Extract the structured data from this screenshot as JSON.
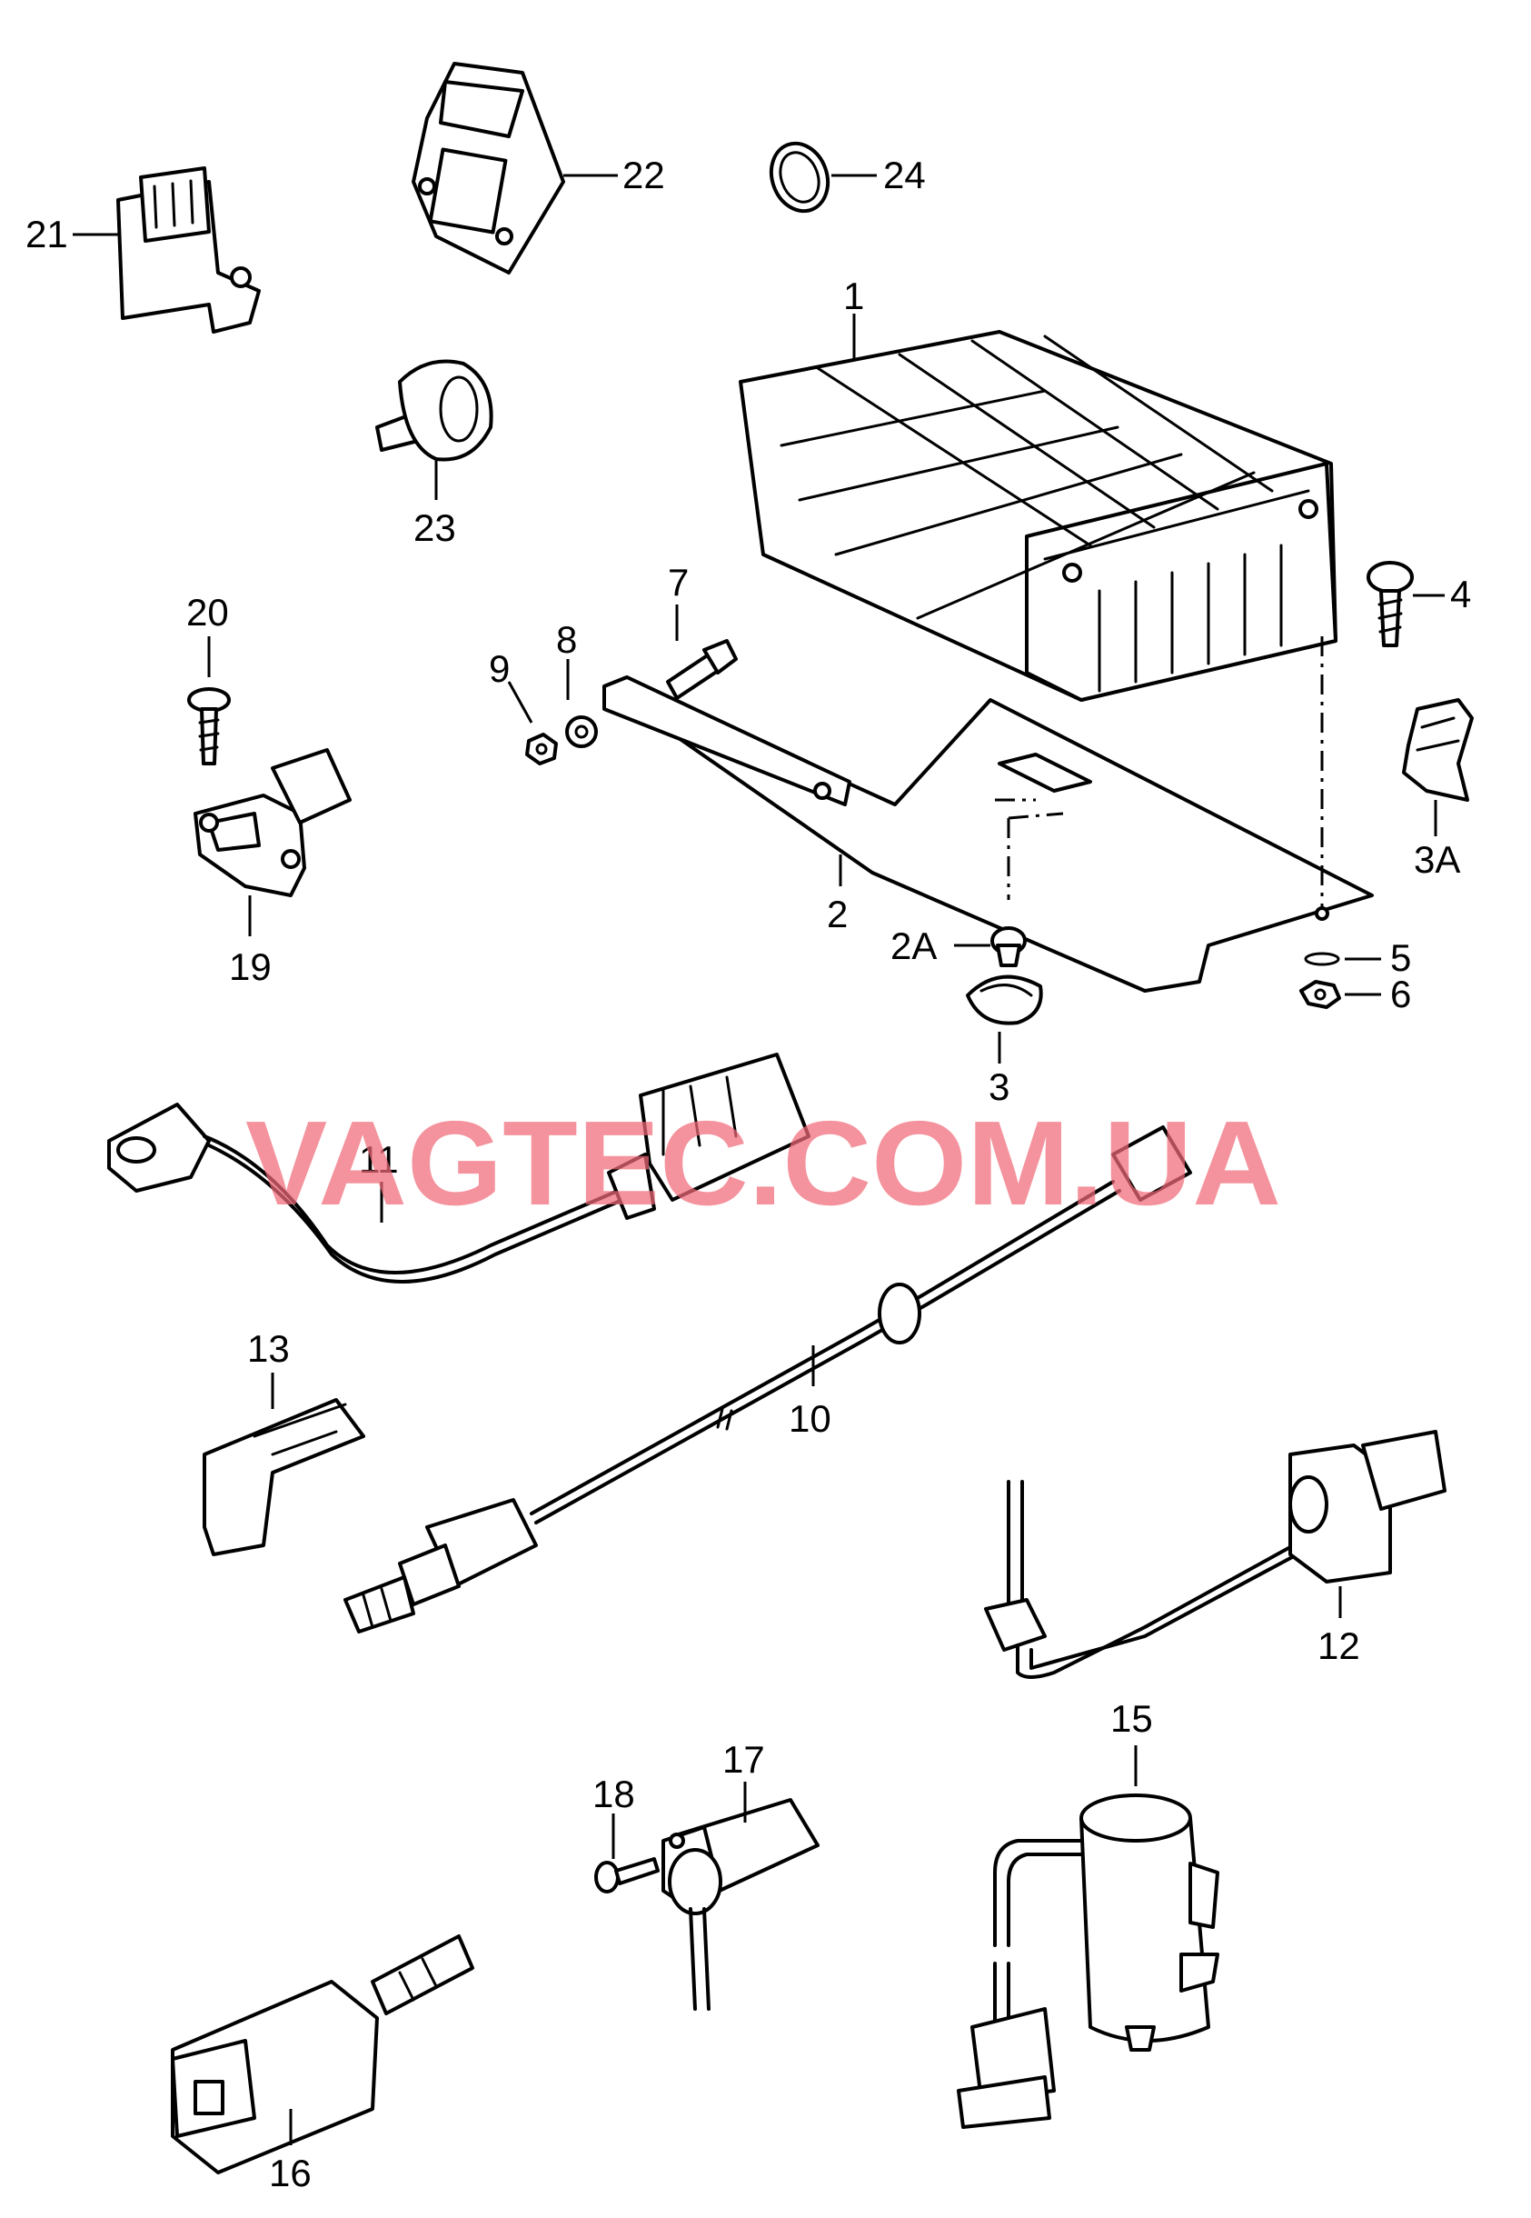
{
  "watermark": "VAGTEC.COM.UA",
  "colors": {
    "line": "#000000",
    "background": "#ffffff",
    "watermark": "#f06a78"
  },
  "callouts": {
    "p1": "1",
    "p2": "2",
    "p2a": "2A",
    "p3": "3",
    "p3a": "3A",
    "p4": "4",
    "p5": "5",
    "p6": "6",
    "p7": "7",
    "p8": "8",
    "p9": "9",
    "p10": "10",
    "p11": "11",
    "p12": "12",
    "p13": "13",
    "p15": "15",
    "p16": "16",
    "p17": "17",
    "p18": "18",
    "p19": "19",
    "p20": "20",
    "p21": "21",
    "p22": "22",
    "p23": "23",
    "p24": "24"
  }
}
